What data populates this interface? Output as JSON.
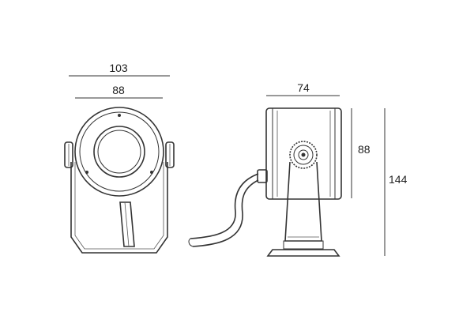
{
  "dimensions": {
    "front_overall_width": "103",
    "front_body_width": "88",
    "side_depth": "74",
    "side_body_height": "88",
    "side_total_height": "144"
  },
  "colors": {
    "line": "#333333",
    "background": "#ffffff"
  }
}
